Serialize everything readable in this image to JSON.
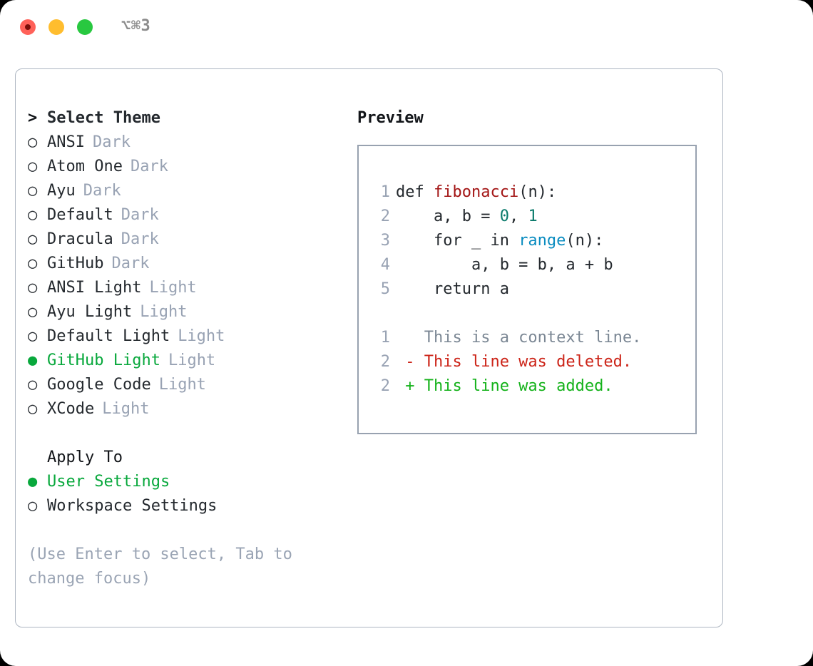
{
  "window": {
    "traffic_lights": [
      "close",
      "minimize",
      "maximize"
    ],
    "shortcut": "⌥⌘3"
  },
  "theme_picker": {
    "header_prompt": ">",
    "header_label": "Select Theme",
    "marker_unselected": "○",
    "marker_selected": "●",
    "items": [
      {
        "label": "ANSI",
        "variant": "Dark",
        "selected": false
      },
      {
        "label": "Atom One",
        "variant": "Dark",
        "selected": false
      },
      {
        "label": "Ayu",
        "variant": "Dark",
        "selected": false
      },
      {
        "label": "Default",
        "variant": "Dark",
        "selected": false
      },
      {
        "label": "Dracula",
        "variant": "Dark",
        "selected": false
      },
      {
        "label": "GitHub",
        "variant": "Dark",
        "selected": false
      },
      {
        "label": "ANSI Light",
        "variant": "Light",
        "selected": false
      },
      {
        "label": "Ayu Light",
        "variant": "Light",
        "selected": false
      },
      {
        "label": "Default Light",
        "variant": "Light",
        "selected": false
      },
      {
        "label": "GitHub Light",
        "variant": "Light",
        "selected": true
      },
      {
        "label": "Google Code",
        "variant": "Light",
        "selected": false
      },
      {
        "label": "XCode",
        "variant": "Light",
        "selected": false
      }
    ]
  },
  "apply_to": {
    "header_label": "Apply To",
    "items": [
      {
        "label": "User Settings",
        "selected": true
      },
      {
        "label": "Workspace Settings",
        "selected": false
      }
    ]
  },
  "hint": "(Use Enter to select, Tab to change focus)",
  "preview": {
    "title": "Preview",
    "code_lines": [
      {
        "num": "1",
        "tokens": [
          {
            "t": "def ",
            "c": "kw"
          },
          {
            "t": "fibonacci",
            "c": "fn"
          },
          {
            "t": "(n):",
            "c": "pl"
          }
        ]
      },
      {
        "num": "2",
        "tokens": [
          {
            "t": "    a, b = ",
            "c": "pl"
          },
          {
            "t": "0",
            "c": "num"
          },
          {
            "t": ", ",
            "c": "pl"
          },
          {
            "t": "1",
            "c": "num"
          }
        ]
      },
      {
        "num": "3",
        "tokens": [
          {
            "t": "    for _ in ",
            "c": "kw"
          },
          {
            "t": "range",
            "c": "bi"
          },
          {
            "t": "(n):",
            "c": "pl"
          }
        ]
      },
      {
        "num": "4",
        "tokens": [
          {
            "t": "        a, b = b, a + b",
            "c": "pl"
          }
        ]
      },
      {
        "num": "5",
        "tokens": [
          {
            "t": "    return a",
            "c": "kw"
          }
        ]
      }
    ],
    "diff_lines": [
      {
        "num": "1",
        "sign": " ",
        "text": "This is a context line.",
        "kind": "ctx"
      },
      {
        "num": "2",
        "sign": "-",
        "text": "This line was deleted.",
        "kind": "del"
      },
      {
        "num": "2",
        "sign": "+",
        "text": "This line was added.",
        "kind": "add"
      }
    ]
  },
  "colors": {
    "accent_green": "#08a83c",
    "muted": "#98a2b3",
    "diff_add": "#14b21a",
    "diff_del": "#cc2418",
    "syntax_function": "#a31515",
    "syntax_number": "#0a7a6b",
    "syntax_builtin": "#0a8cc0"
  }
}
